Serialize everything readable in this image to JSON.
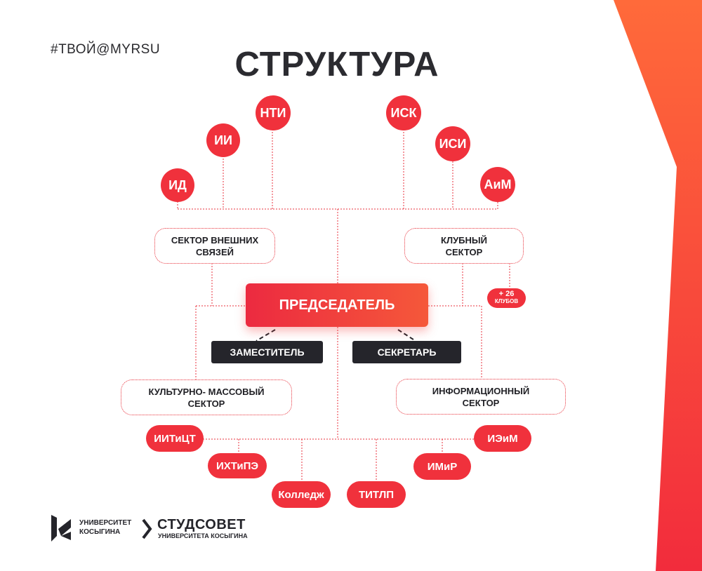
{
  "hashtag": "#ТВОЙ@MYRSU",
  "title": "СТРУКТУРА",
  "top_institutes": [
    "ИД",
    "ИИ",
    "НТИ",
    "ИСК",
    "ИСИ",
    "АиМ"
  ],
  "sectors": {
    "external": "СЕКТОР ВНЕШНИХ\nСВЯЗЕЙ",
    "club": "КЛУБНЫЙ\nСЕКТОР",
    "cultural": "КУЛЬТУРНО- МАССОВЫЙ\nСЕКТОР",
    "info": "ИНФОРМАЦИОННЫЙ\nСЕКТОР"
  },
  "clubs_badge": {
    "count": "+ 26",
    "label": "КЛУБОВ"
  },
  "chairman": "ПРЕДСЕДАТЕЛЬ",
  "deputy": "ЗАМЕСТИТЕЛЬ",
  "secretary": "СЕКРЕТАРЬ",
  "bottom_institutes": [
    "ИИТиЦТ",
    "ИХТиПЭ",
    "Колледж",
    "ТИТЛП",
    "ИМиР",
    "ИЭиМ"
  ],
  "footer": {
    "university_line1": "УНИВЕРСИТЕТ",
    "university_line2": "КОСЫГИНА",
    "council_title": "СТУДСОВЕТ",
    "council_sub": "УНИВЕРСИТЕТА КОСЫГИНА"
  },
  "colors": {
    "accent": "#f0313c",
    "dark": "#25252b",
    "text": "#2b2b30"
  }
}
